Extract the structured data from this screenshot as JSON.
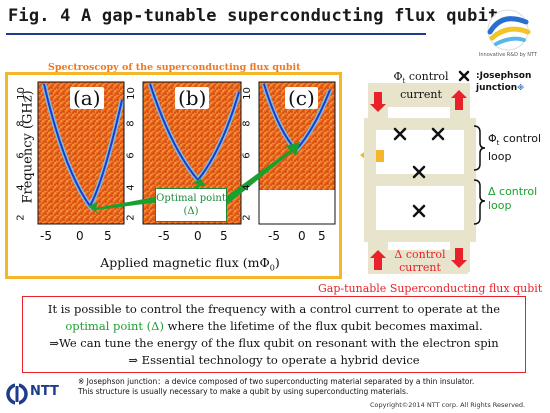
{
  "title": "Fig. 4 A gap-tunable superconducting flux qubit",
  "logo": {
    "caption": "Innovative R&D by NTT",
    "icon": "ntt-swirl-logo"
  },
  "spectroscopy": {
    "title": "Spectroscopy of the superconducting  flux qubit",
    "ylabel": "Frequency (GHz)",
    "xlabel": "Applied magnetic flux (mΦ",
    "xlabel_sub": "0",
    "xlabel_end": ")",
    "panels": [
      {
        "label": "(a)",
        "yticks": [
          "10",
          "8",
          "6",
          "4",
          "2"
        ],
        "xticks": [
          "-5",
          "0",
          "5"
        ]
      },
      {
        "label": "(b)",
        "yticks": [
          "10",
          "8",
          "6",
          "4",
          "2"
        ],
        "xticks": [
          "-5",
          "0",
          "5"
        ]
      },
      {
        "label": "(c)",
        "yticks": [
          "10",
          "8",
          "6",
          "4",
          "2"
        ],
        "xticks": [
          "-5",
          "0",
          "5"
        ]
      }
    ],
    "optimal_point": {
      "line1": "Optimal point",
      "line2": "(Δ)"
    }
  },
  "circuit": {
    "phi_control": "Φ",
    "phi_sub": "t",
    "control_current": "control",
    "current_word": "current",
    "josephson_mark": "×",
    "josephson_label": ":Josephson",
    "josephson_label2": "junction",
    "note_mark": "※",
    "phi_loop_line1": "control",
    "phi_loop_line2": "loop",
    "delta_loop_line1": "Δ  control",
    "delta_loop_line2": "loop",
    "delta_control": "Δ control",
    "delta_current": "current",
    "title": "Gap-tunable Superconducting flux qubit"
  },
  "summary": {
    "line1": "It is possible to control the frequency with a control current to operate at the",
    "line2_green": "optimal point (Δ)",
    "line2_rest": " where the lifetime of the flux qubit becomes maximal.",
    "line3": "⇒We can tune the energy of the flux qubit on resonant with the electron spin",
    "line4": "⇒ Essential technology to operate a hybrid device"
  },
  "notes": {
    "line1": "※   Josephson junction：a device composed of two superconducting material separated by a thin insulator.",
    "line2": "This structure is usually necessary to make a qubit by using superconducting materials."
  },
  "footer": {
    "copyright": "Copyright©2014 NTT corp. All Rights Reserved.",
    "brand": "NTT"
  },
  "colors": {
    "accent_blue": "#1f3c8c",
    "orange": "#f5b62a",
    "red": "#e8212a",
    "green": "#1aa02f"
  }
}
